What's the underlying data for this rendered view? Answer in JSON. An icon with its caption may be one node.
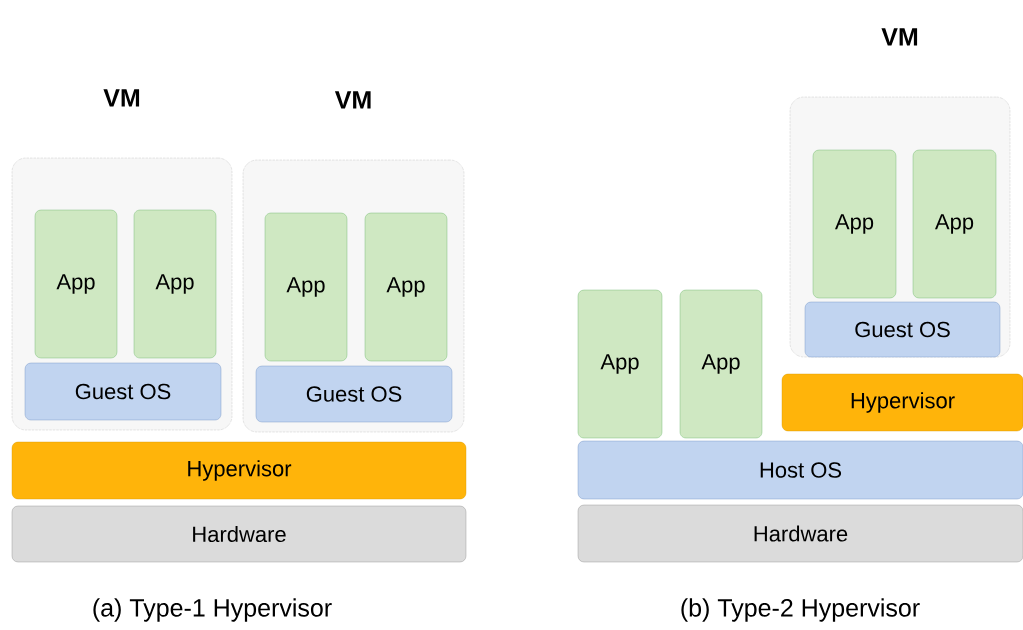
{
  "diagram": {
    "nodes": [
      {
        "text": [
          "VM"
        ]
      },
      {
        "text": [
          "App"
        ],
        "in": 0
      },
      {
        "text": [
          "App"
        ],
        "in": 0
      },
      {
        "text": [
          "Guest OS"
        ],
        "in": 0
      },
      {
        "text": [
          "VM"
        ]
      },
      {
        "text": [
          "App"
        ],
        "in": 4
      },
      {
        "text": [
          "App"
        ],
        "in": 4
      },
      {
        "text": [
          "Guest OS"
        ],
        "in": 4
      },
      {
        "text": [
          "Hypervisor"
        ]
      },
      {
        "text": [
          "Hardware"
        ]
      },
      {
        "text": [
          "App"
        ]
      },
      {
        "text": [
          "App"
        ]
      },
      {
        "text": [
          "VM"
        ]
      },
      {
        "text": [
          "App"
        ],
        "in": 12
      },
      {
        "text": [
          "App"
        ],
        "in": 12
      },
      {
        "text": [
          "Guest OS"
        ],
        "in": 12
      },
      {
        "text": [
          "Hypervisor"
        ]
      },
      {
        "text": [
          "Host OS"
        ]
      },
      {
        "text": [
          "Hardware"
        ]
      }
    ],
    "labels": [
      "(a) Type-1 Hypervisor",
      "(b) Type-2 Hypervisor"
    ]
  }
}
